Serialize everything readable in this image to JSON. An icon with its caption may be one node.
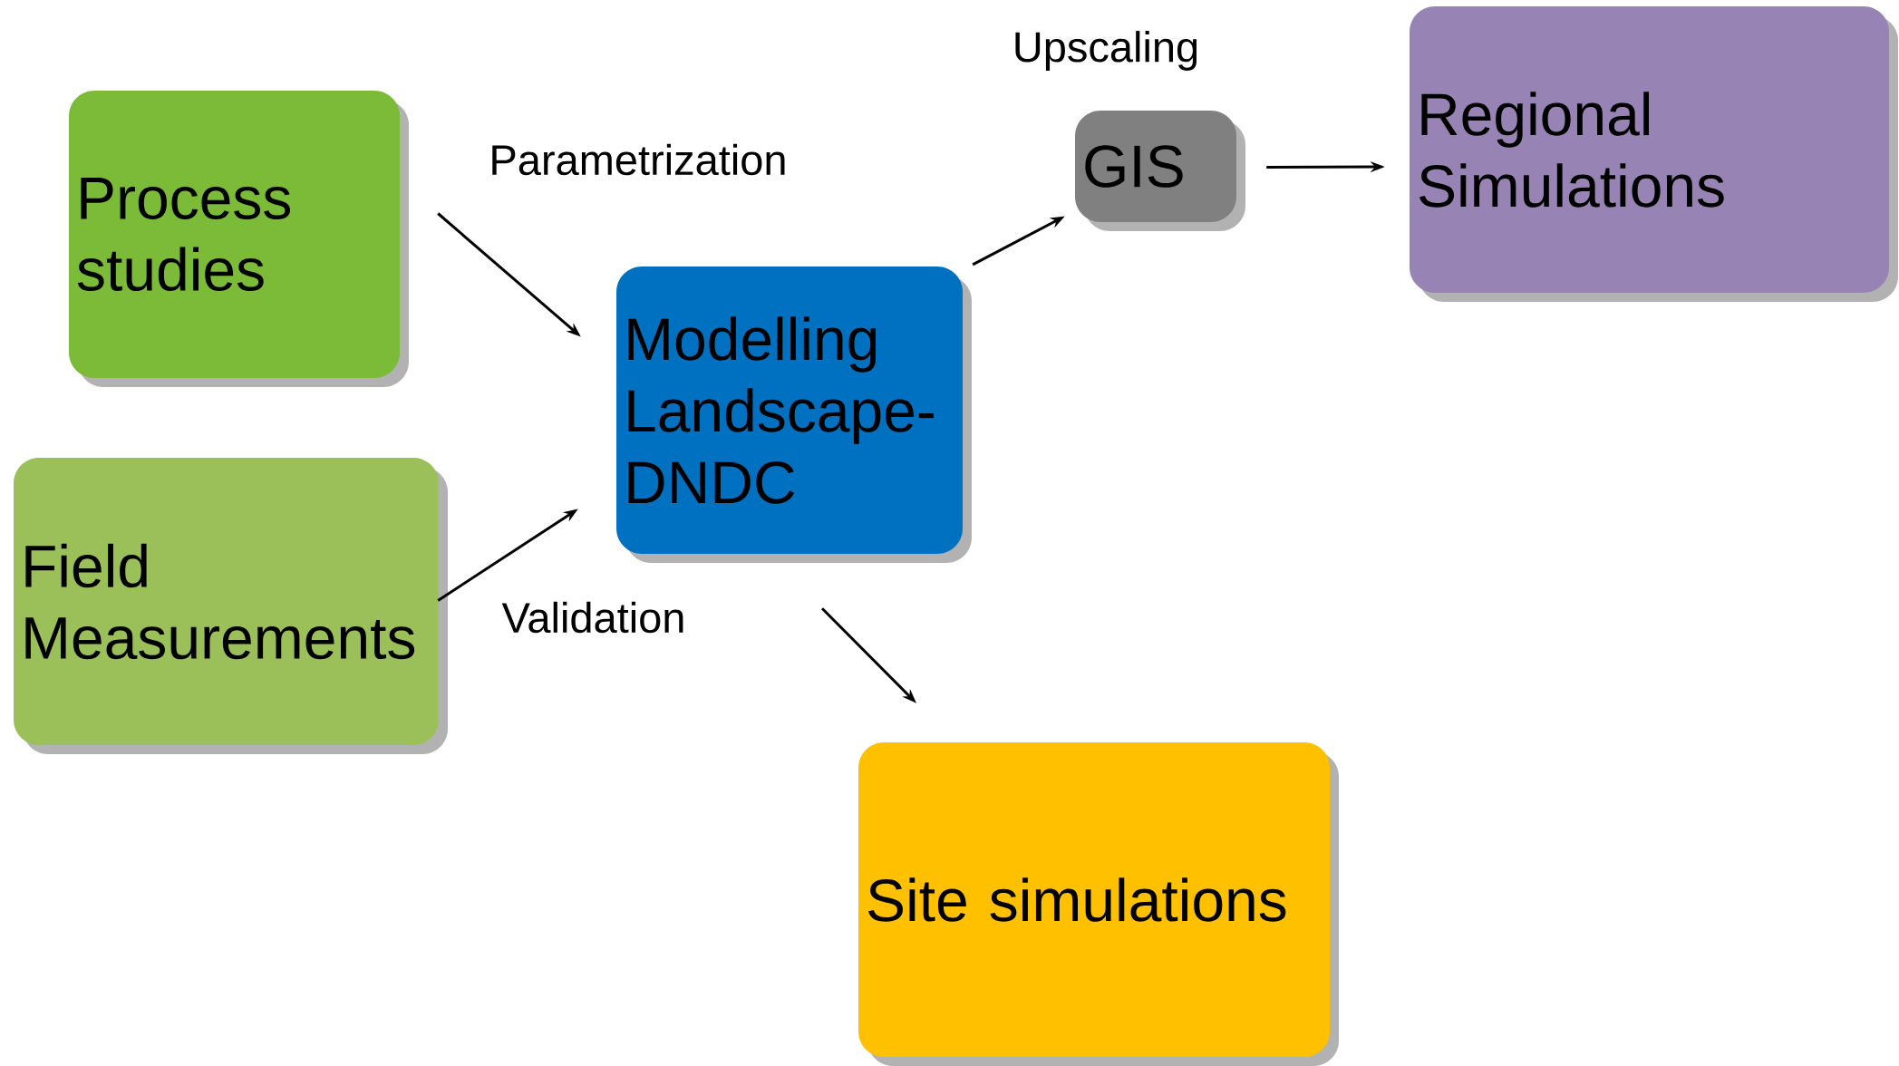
{
  "diagram": {
    "nodes": [
      {
        "text": [
          "Process studies"
        ]
      },
      {
        "text": [
          "Field Measurements"
        ]
      },
      {
        "text": [
          "Modelling Landscape-DNDC"
        ]
      },
      {
        "text": [
          "GIS"
        ]
      },
      {
        "text": [
          "Regional Simulations"
        ]
      },
      {
        "text": [
          "Site simulations"
        ]
      }
    ],
    "edges": [
      {
        "from": 0,
        "to": 2,
        "arrow": "to",
        "label": "Parametrization"
      },
      {
        "from": 1,
        "to": 2,
        "arrow": "to",
        "label": "Validation"
      },
      {
        "from": 2,
        "to": 3,
        "arrow": "to"
      },
      {
        "from": 3,
        "to": 4,
        "arrow": "to"
      },
      {
        "from": 2,
        "to": 5,
        "arrow": "to"
      }
    ],
    "labels": [
      "Upscaling"
    ]
  }
}
